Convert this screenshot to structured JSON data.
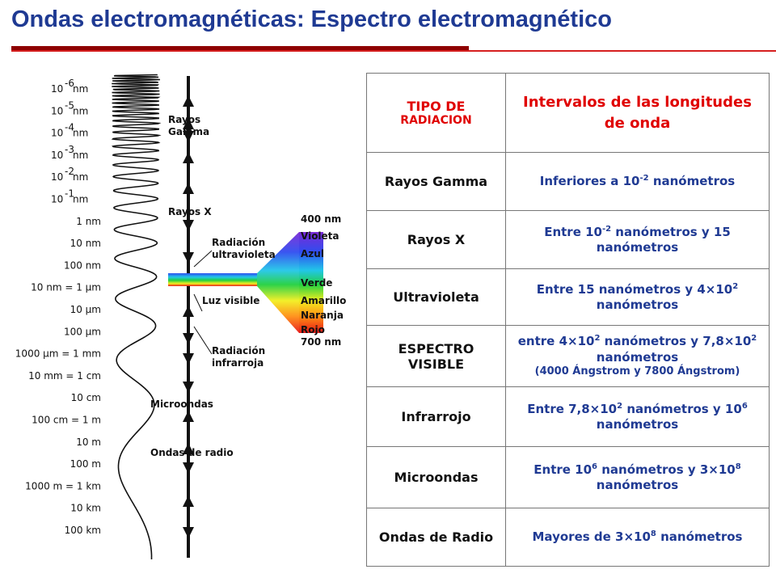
{
  "title": "Ondas electromagnéticas: Espectro electromagnético",
  "scale_labels": [
    "10",
    "nm",
    "10",
    "nm",
    "10",
    "nm",
    "10",
    "nm",
    "10",
    "nm",
    "10",
    "nm",
    "1 nm",
    "10 nm",
    "100 nm",
    "10    nm = 1 μm",
    "10 μm",
    "100 μm",
    "1000 μm = 1 mm",
    "10 mm = 1 cm",
    "10 cm",
    "100 cm = 1 m",
    "10 m",
    "100 m",
    "1000 m = 1 km",
    "10 km",
    "100 km"
  ],
  "scale_exponents": [
    "-6",
    "-5",
    "-4",
    "-3",
    "-2",
    "-1"
  ],
  "band_labels": [
    "Rayos Gamma",
    "Rayos X",
    "Radiación ultravioleta",
    "Luz visible",
    "Radiación infrarroja",
    "Microondas",
    "Ondas de radio"
  ],
  "band_lines": {
    "gamma": [
      "Rayos",
      "Gamma"
    ],
    "xray": [
      "Rayos X"
    ],
    "uv": [
      "Radiación",
      "ultravioleta"
    ],
    "visible": [
      "Luz visible"
    ],
    "ir": [
      "Radiación",
      "infrarroja"
    ],
    "micro": [
      "Microondas"
    ],
    "radio": [
      "Ondas de radio"
    ]
  },
  "visible_top": "400 nm",
  "visible_bottom": "700 nm",
  "colors": [
    "Violeta",
    "Azul",
    "Verde",
    "Amarillo",
    "Naranja",
    "Rojo"
  ],
  "table": {
    "header_type_a": "TIPO DE",
    "header_type_b": "RADIACION",
    "header_range": "Intervalos de las longitudes de onda",
    "rows": [
      {
        "type": "Rayos Gamma",
        "range": "Inferiores a 10",
        "exp1": "-2",
        "range_b": " nanómetros"
      },
      {
        "type": "Rayos X",
        "range": "Entre 10",
        "exp1": "-2",
        "range_b": " nanómetros y 15 nanómetros"
      },
      {
        "type": "Ultravioleta",
        "range": "Entre 15 nanómetros y 4×10",
        "exp1": "2",
        "range_b": " nanómetros"
      },
      {
        "type": "ESPECTRO VISIBLE",
        "range": "entre 4×10",
        "exp1": "2",
        "range_b": " nanómetros y 7,8×10",
        "exp2": "2",
        "range_c": " nanómetros",
        "note": "(4000 Ángstrom y 7800 Ángstrom)"
      },
      {
        "type": "Infrarrojo",
        "range": "Entre 7,8×10",
        "exp1": "2",
        "range_b": " nanómetros y 10",
        "exp2": "6",
        "range_c": " nanómetros"
      },
      {
        "type": "Microondas",
        "range": "Entre 10",
        "exp1": "6",
        "range_b": " nanómetros y 3×10",
        "exp2": "8",
        "range_c": " nanómetros"
      },
      {
        "type": "Ondas de Radio",
        "range": "Mayores de 3×10",
        "exp1": "8",
        "range_b": " nanómetros"
      }
    ]
  }
}
